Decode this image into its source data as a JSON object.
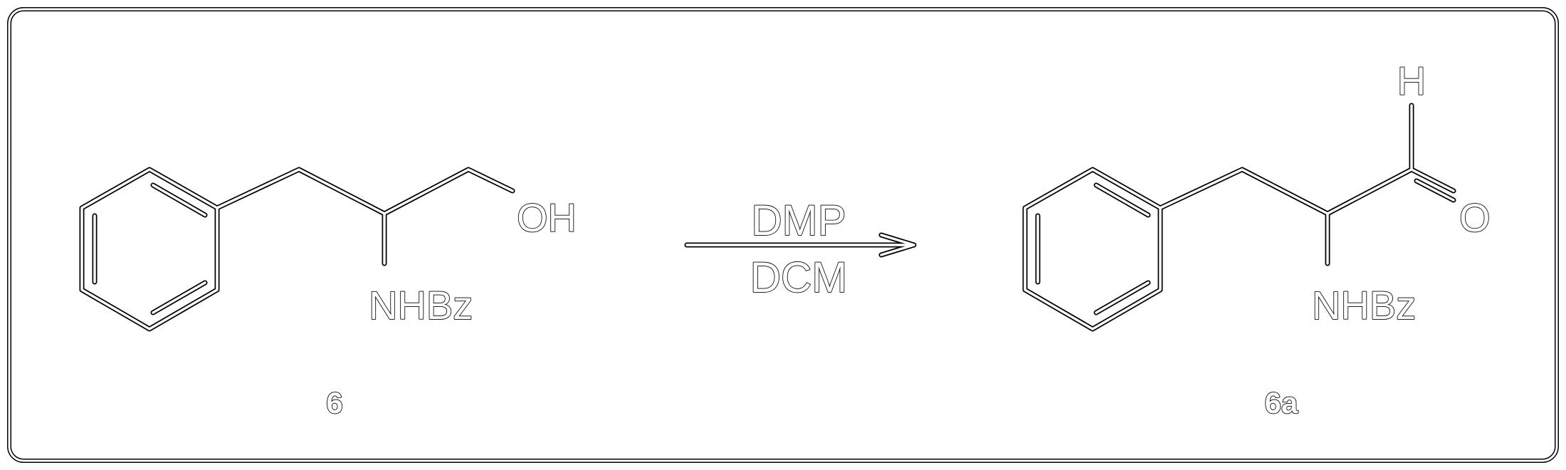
{
  "reactant": {
    "substituent_oh": "OH",
    "substituent_nhbz": "NHBz",
    "compound_number": "6"
  },
  "conditions": {
    "reagent": "DMP",
    "solvent": "DCM"
  },
  "product": {
    "substituent_h": "H",
    "substituent_o": "O",
    "substituent_nhbz": "NHBz",
    "compound_number": "6a"
  },
  "colors": {
    "background": "#ffffff",
    "outline": "#000000",
    "fill": "#ffffff"
  }
}
